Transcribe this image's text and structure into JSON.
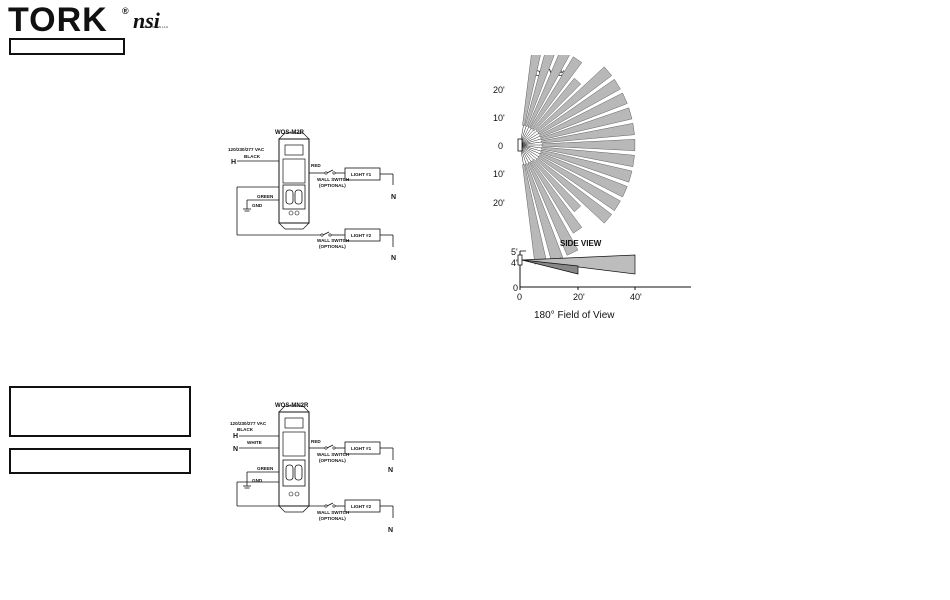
{
  "brand": {
    "name": "TORK",
    "registered": "®",
    "sub_brand": "nsi",
    "sub_brand_tag": "INDUSTRIES LLC"
  },
  "diagram1": {
    "model": "WOS-M2R",
    "voltage": "120/230/277 VAC",
    "black": "BLACK",
    "hot": "H",
    "green": "GREEN",
    "gnd": "GND",
    "red": "RED",
    "switch1_a": "WALL SWITCH",
    "switch1_b": "(OPTIONAL)",
    "light1": "LIGHT #1",
    "neutral1": "N",
    "switch2_a": "WALL SWITCH",
    "switch2_b": "(OPTIONAL)",
    "light2": "LIGHT #2",
    "neutral2": "N"
  },
  "diagram2": {
    "model": "WOS-MN2R",
    "voltage": "120/230/277 VAC",
    "black": "BLACK",
    "hot": "H",
    "white": "WHITE",
    "neutral_in": "N",
    "green": "GREEN",
    "gnd": "GND",
    "red": "RED",
    "switch1_a": "WALL SWITCH",
    "switch1_b": "(OPTIONAL)",
    "light1": "LIGHT #1",
    "neutral1": "N",
    "switch2_a": "WALL SWITCH",
    "switch2_b": "(OPTIONAL)",
    "light2": "LIGHT #2",
    "neutral2": "N"
  },
  "coverage": {
    "top_title": "Top View",
    "top_ticks": [
      "20'",
      "10'",
      "0",
      "10'",
      "20'"
    ],
    "side_title": "SIDE VIEW",
    "side_y_ticks": [
      "5'",
      "4'",
      "0"
    ],
    "side_x_ticks": [
      "0",
      "20'",
      "40'"
    ],
    "caption": "180°   Field  of  View"
  }
}
